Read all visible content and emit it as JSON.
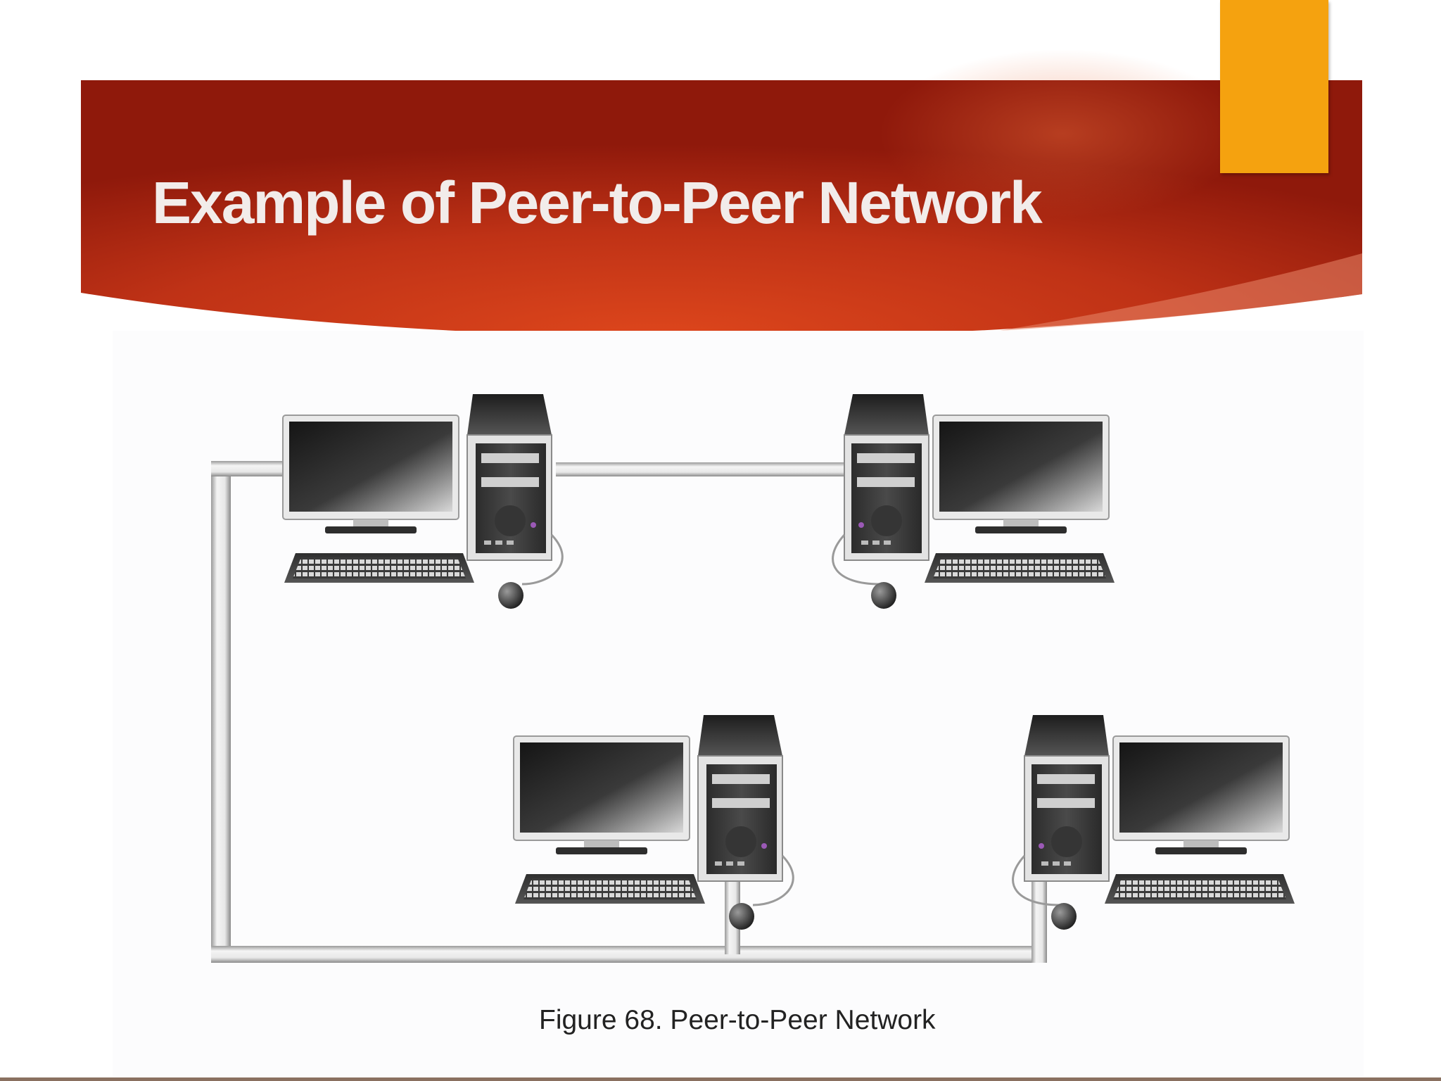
{
  "slide": {
    "title": "Example of Peer-to-Peer Network",
    "accent_color": "#f5a20f",
    "banner_colors": [
      "#8e1a0c",
      "#d9431c"
    ]
  },
  "figure": {
    "caption": "Figure 68. Peer-to-Peer Network",
    "nodes": [
      {
        "id": "pc-top-left",
        "icon": "desktop-computer-icon"
      },
      {
        "id": "pc-top-right",
        "icon": "desktop-computer-icon"
      },
      {
        "id": "pc-bottom-middle",
        "icon": "desktop-computer-icon"
      },
      {
        "id": "pc-bottom-right",
        "icon": "desktop-computer-icon"
      }
    ],
    "links": [
      {
        "from": "pc-top-left",
        "to": "pc-top-right"
      },
      {
        "from": "pc-top-left",
        "to": "pc-bottom-middle"
      },
      {
        "from": "pc-bottom-middle",
        "to": "pc-bottom-right"
      }
    ]
  }
}
